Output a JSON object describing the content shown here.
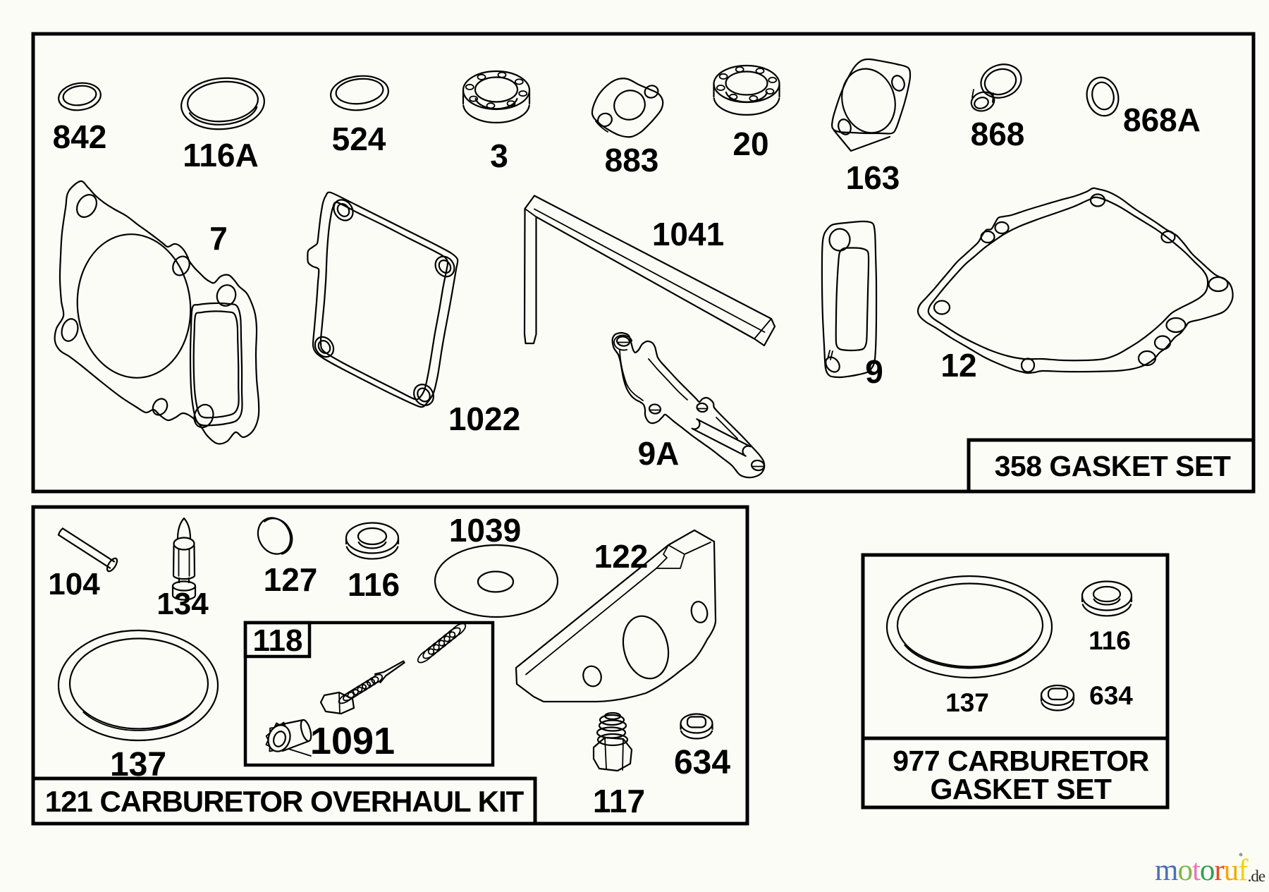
{
  "page": {
    "background": "#fcfcf7",
    "line_color": "#000000"
  },
  "boxes": {
    "gasket_set": {
      "caption": "358 GASKET SET"
    },
    "carb_overhaul": {
      "caption": "121 CARBURETOR OVERHAUL KIT"
    },
    "needle_kit": {
      "caption": "118"
    },
    "carb_gasket": {
      "caption_line1": "977 CARBURETOR",
      "caption_line2": "GASKET SET"
    }
  },
  "labels": {
    "b1_842": "842",
    "b1_116A": "116A",
    "b1_524": "524",
    "b1_3": "3",
    "b1_883": "883",
    "b1_20": "20",
    "b1_163": "163",
    "b1_868": "868",
    "b1_868A": "868A",
    "b1_7": "7",
    "b1_1022": "1022",
    "b1_1041": "1041",
    "b1_9A": "9A",
    "b1_9": "9",
    "b1_12": "12",
    "b2_104": "104",
    "b2_134": "134",
    "b2_127": "127",
    "b2_116": "116",
    "b2_1039": "1039",
    "b2_122": "122",
    "b2_1091": "1091",
    "b2_137": "137",
    "b2_117": "117",
    "b2_634": "634",
    "b3_137": "137",
    "b3_116": "116",
    "b3_634": "634"
  },
  "logo": {
    "letters": [
      {
        "ch": "m",
        "color": "#4a70b8"
      },
      {
        "ch": "o",
        "color": "#7cb942"
      },
      {
        "ch": "t",
        "color": "#e878b4"
      },
      {
        "ch": "o",
        "color": "#2ba14e"
      },
      {
        "ch": "r",
        "color": "#e54d1d"
      },
      {
        "ch": "u",
        "color": "#f6a800"
      },
      {
        "ch": "f",
        "color": "#f5d100"
      }
    ],
    "tld": ".de",
    "tld_color": "#2a2a20"
  }
}
